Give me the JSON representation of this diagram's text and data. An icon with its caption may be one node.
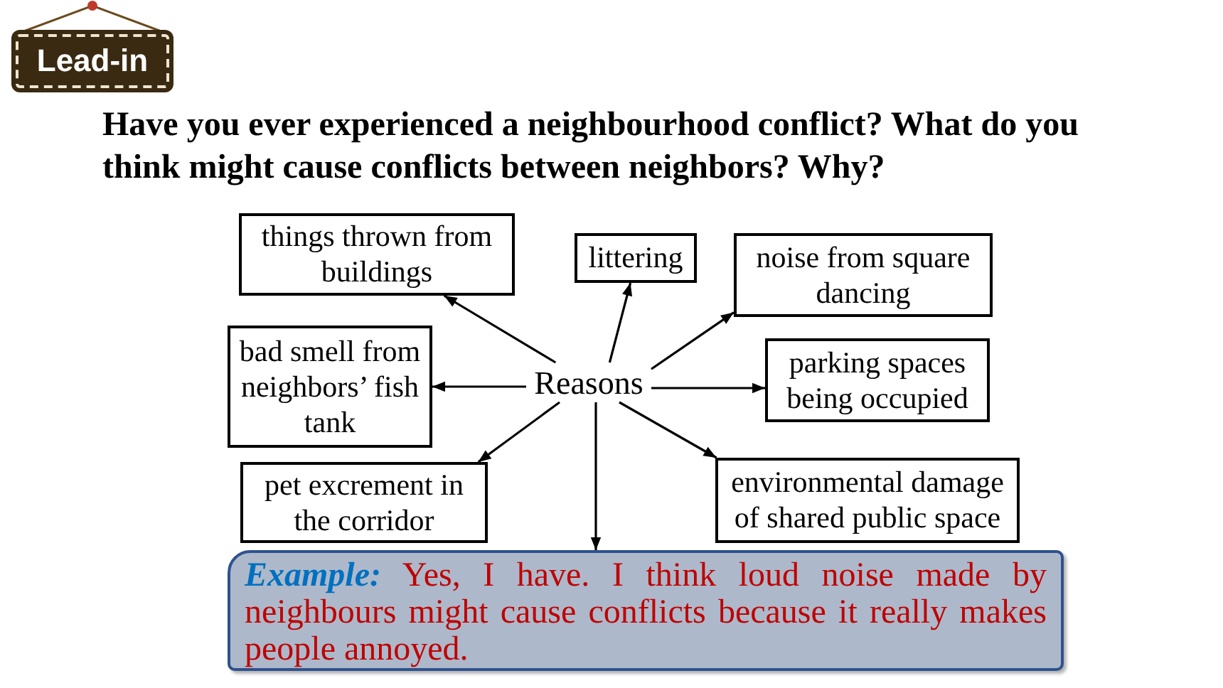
{
  "diagram": {
    "title": "Have you ever experienced a neighbourhood conflict? What do you think might cause conflicts between neighbors? Why?",
    "nodes": [
      {
        "text": [
          "Lead-in"
        ]
      },
      {
        "text": [
          "things thrown from buildings"
        ]
      },
      {
        "text": [
          "littering"
        ]
      },
      {
        "text": [
          "noise from square dancing"
        ]
      },
      {
        "text": [
          "bad smell from neighbors’ fish tank"
        ]
      },
      {
        "text": [
          "Reasons"
        ]
      },
      {
        "text": [
          "parking spaces being occupied"
        ]
      },
      {
        "text": [
          "pet excrement in the corridor"
        ]
      },
      {
        "text": [
          "environmental damage of shared public space"
        ]
      },
      {
        "text": [
          "*Example:* Yes, I have. I think loud noise made by neighbours might cause conflicts because it really makes people annoyed."
        ]
      }
    ],
    "edges": [
      {
        "from": 5,
        "to": 1,
        "arrow": "to"
      },
      {
        "from": 5,
        "to": 2,
        "arrow": "to"
      },
      {
        "from": 5,
        "to": 3,
        "arrow": "to"
      },
      {
        "from": 5,
        "to": 4,
        "arrow": "to"
      },
      {
        "from": 5,
        "to": 6,
        "arrow": "to"
      },
      {
        "from": 5,
        "to": 7,
        "arrow": "to"
      },
      {
        "from": 5,
        "to": 8,
        "arrow": "to"
      },
      {
        "from": 5,
        "to": 9,
        "arrow": "to"
      }
    ]
  }
}
